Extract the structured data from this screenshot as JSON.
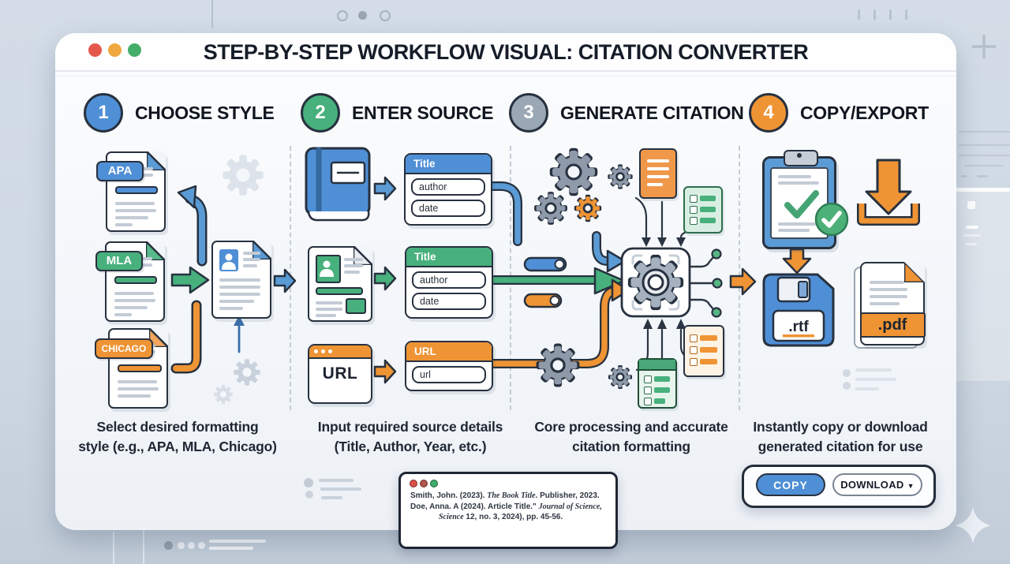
{
  "window": {
    "title": "STEP-BY-STEP WORKFLOW VISUAL: CITATION CONVERTER",
    "traffic_lights": [
      "#e4584b",
      "#efa83d",
      "#44ad68"
    ]
  },
  "palette": {
    "blue": "#4f8fd6",
    "green": "#47b07c",
    "orange": "#ef9434",
    "step_gray": "#9aa7b5",
    "outline": "#27313f"
  },
  "steps": [
    {
      "num": "1",
      "label": "CHOOSE STYLE",
      "color": "#4f8fd6"
    },
    {
      "num": "2",
      "label": "ENTER SOURCE",
      "color": "#47b07c"
    },
    {
      "num": "3",
      "label": "GENERATE CITATION",
      "color": "#9aa7b5"
    },
    {
      "num": "4",
      "label": "COPY/EXPORT",
      "color": "#ef9434"
    }
  ],
  "columns": {
    "style": {
      "files": [
        {
          "label": "APA"
        },
        {
          "label": "MLA"
        },
        {
          "label": "CHICAGO"
        }
      ],
      "caption": [
        "Select desired formatting",
        "style (e.g., APA, MLA, Chicago)"
      ]
    },
    "source": {
      "browser_label": "URL",
      "forms": [
        {
          "header": "Title",
          "fields": [
            "author",
            "date"
          ]
        },
        {
          "header": "Title",
          "fields": [
            "author",
            "date"
          ]
        },
        {
          "header": "URL",
          "fields": [
            "url"
          ]
        }
      ],
      "caption": [
        "Input required source details",
        "(Title, Author, Year, etc.)"
      ]
    },
    "process": {
      "caption": [
        "Core processing and accurate",
        "citation formatting"
      ]
    },
    "export": {
      "rtf_label": ".rtf",
      "pdf_label": ".pdf",
      "caption": [
        "Instantly copy or download",
        "generated citation for use"
      ]
    }
  },
  "preview": {
    "lines": [
      [
        {
          "t": "Smith, John. (2023). "
        },
        {
          "t": "The Book Title",
          "i": true
        },
        {
          "t": ". Publisher, 2023."
        }
      ],
      [
        {
          "t": "Doe, Anna. A (2024). Article Title.\" "
        },
        {
          "t": "Journal of Science,",
          "i": true
        }
      ],
      [
        {
          "t": "Science",
          "i": true
        },
        {
          "t": " 12, no. 3, 2024), pp. 45-56."
        }
      ]
    ]
  },
  "actions": {
    "copy_label": "COPY",
    "download_label": "DOWNLOAD",
    "caret": "▼"
  }
}
